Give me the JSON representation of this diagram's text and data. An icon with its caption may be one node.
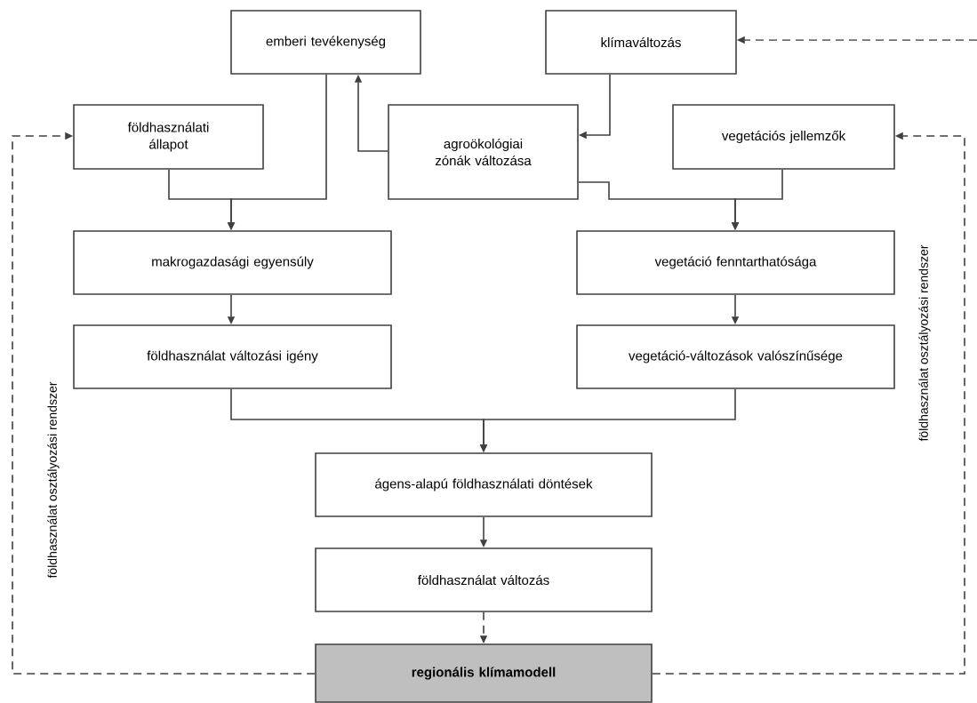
{
  "diagram": {
    "nodes": [
      {
        "text": [
          "emberi tevékenység"
        ]
      },
      {
        "text": [
          "klímaváltozás"
        ]
      },
      {
        "text": [
          "földhasználati állapot"
        ]
      },
      {
        "text": [
          "agroökológiai zónák változása"
        ]
      },
      {
        "text": [
          "vegetációs jellemzők"
        ]
      },
      {
        "text": [
          "makrogazdasági egyensúly"
        ]
      },
      {
        "text": [
          "vegetáció fenntarthatósága"
        ]
      },
      {
        "text": [
          "földhasználat változási igény"
        ]
      },
      {
        "text": [
          "vegetáció-változások valószínűsége"
        ]
      },
      {
        "text": [
          "ágens-alapú földhasználati döntések"
        ]
      },
      {
        "text": [
          "földhasználat változás"
        ]
      },
      {
        "text": [
          "regionális klímamodell"
        ]
      }
    ],
    "edges": [
      {
        "from": 3,
        "to": 0,
        "arrow": "to"
      },
      {
        "from": 1,
        "to": 3,
        "arrow": "to"
      },
      {
        "from": 2,
        "to": 5,
        "arrow": "to"
      },
      {
        "from": 0,
        "to": 5,
        "arrow": "to"
      },
      {
        "from": 3,
        "to": 6,
        "arrow": "to"
      },
      {
        "from": 4,
        "to": 6,
        "arrow": "to"
      },
      {
        "from": 5,
        "to": 7,
        "arrow": "to"
      },
      {
        "from": 6,
        "to": 8,
        "arrow": "to"
      },
      {
        "from": 7,
        "to": 9,
        "arrow": "to"
      },
      {
        "from": 8,
        "to": 9,
        "arrow": "to"
      },
      {
        "from": 9,
        "to": 10,
        "arrow": "to"
      },
      {
        "from": 10,
        "to": 11,
        "arrow": "to",
        "style": "dashed"
      },
      {
        "from": 11,
        "to": 2,
        "arrow": "to",
        "style": "dashed",
        "label": "földhasználat osztályozási rendszer"
      },
      {
        "from": 11,
        "to": 4,
        "arrow": "to",
        "style": "dashed",
        "label": "földhasználat osztályozási rendszer"
      },
      {
        "from": null,
        "to": 1,
        "arrow": "to",
        "style": "dashed"
      }
    ]
  }
}
